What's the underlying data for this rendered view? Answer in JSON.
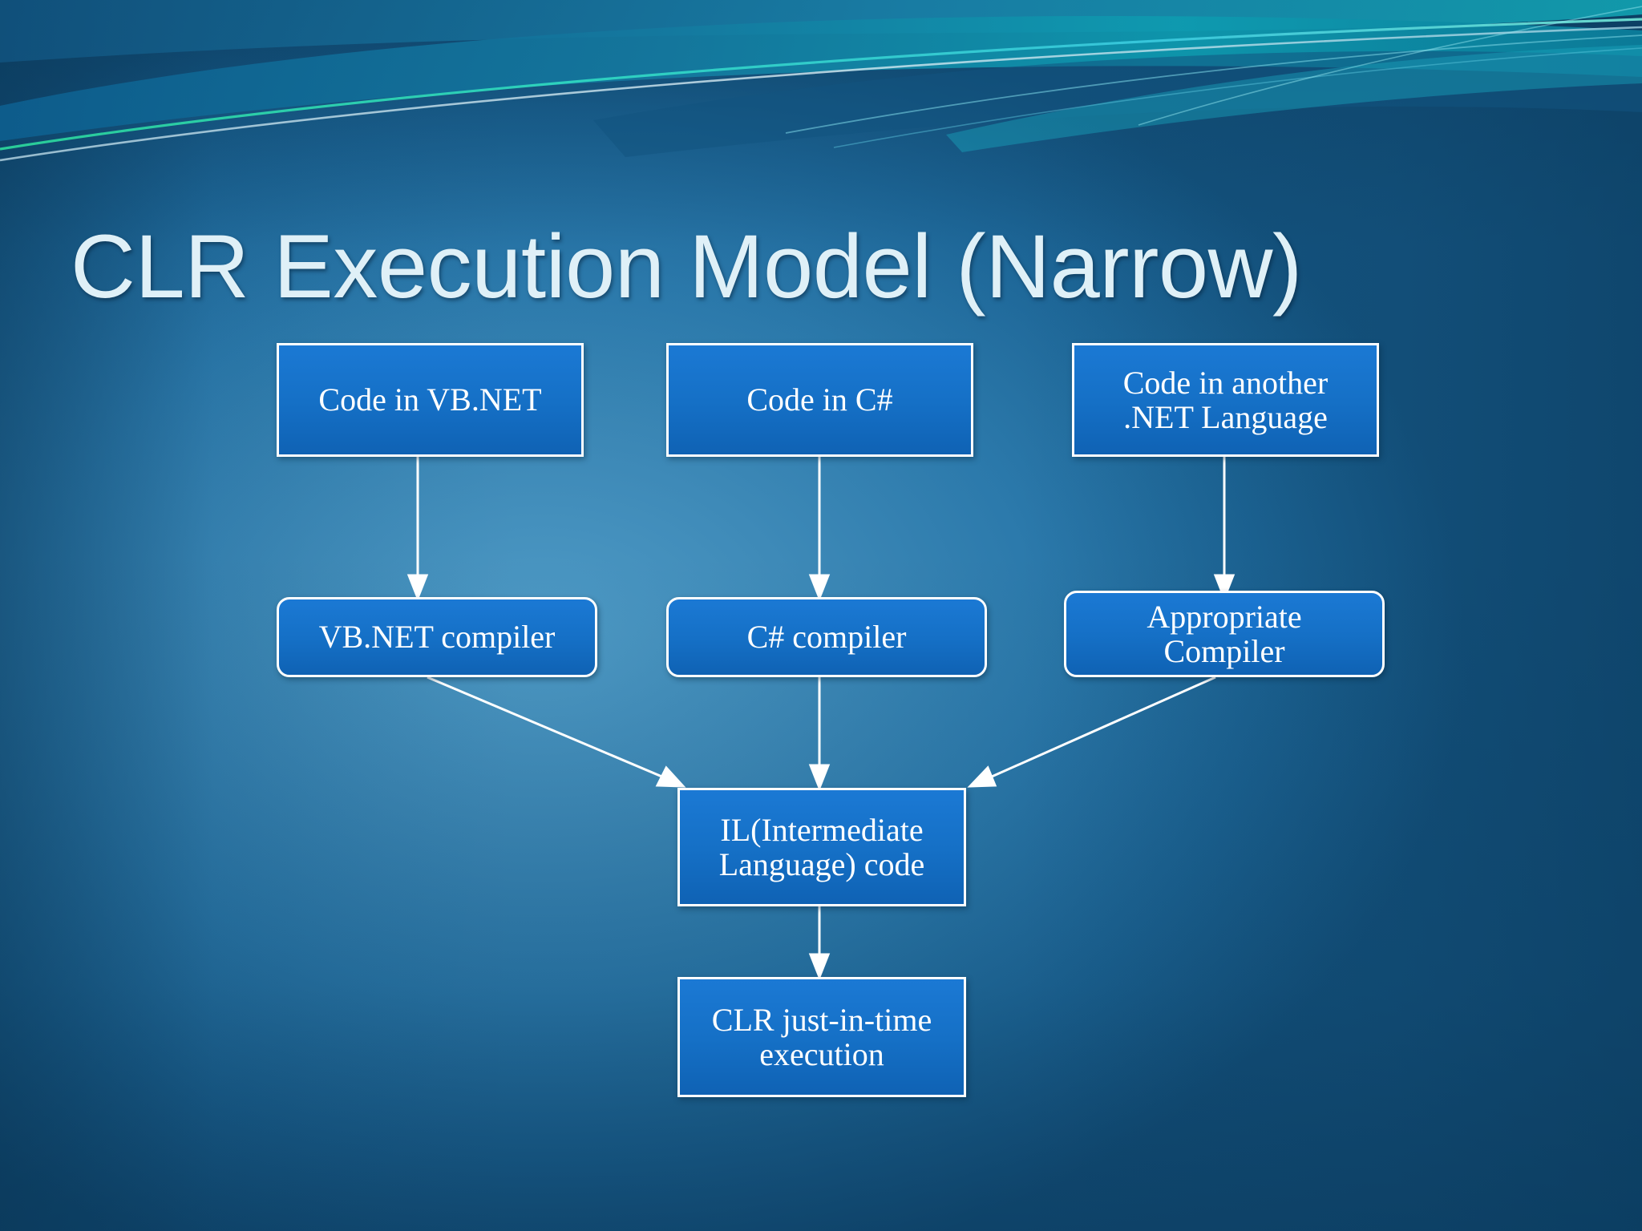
{
  "slide": {
    "title": "CLR Execution Model (Narrow)",
    "theme_accent": "#36d6c3",
    "background_color": "#2b79ab",
    "node_fill": "#1570c6",
    "node_border": "#ffffff",
    "title_color": "#dff0f7",
    "connector_color": "#ffffff"
  },
  "diagram": {
    "type": "flowchart",
    "sources": [
      {
        "id": "vb-source",
        "label": "Code in VB.NET"
      },
      {
        "id": "cs-source",
        "label": "Code in C#"
      },
      {
        "id": "other-source",
        "label": "Code in another\n.NET Language",
        "line1": "Code in another",
        "line2": ".NET Language"
      }
    ],
    "compilers": [
      {
        "id": "vb-compiler",
        "label": "VB.NET compiler"
      },
      {
        "id": "cs-compiler",
        "label": "C# compiler"
      },
      {
        "id": "other-compiler",
        "label": "Appropriate\nCompiler",
        "line1": "Appropriate",
        "line2": "Compiler"
      }
    ],
    "il": {
      "id": "il-code",
      "label": "IL(Intermediate Language) code",
      "line1": "IL(Intermediate",
      "line2": "Language) code"
    },
    "runtime": {
      "id": "clr-jit",
      "label": "CLR just-in-time execution",
      "line1": "CLR just-in-time",
      "line2": "execution"
    },
    "edges": [
      {
        "from": "vb-source",
        "to": "vb-compiler"
      },
      {
        "from": "cs-source",
        "to": "cs-compiler"
      },
      {
        "from": "other-source",
        "to": "other-compiler"
      },
      {
        "from": "vb-compiler",
        "to": "il-code"
      },
      {
        "from": "cs-compiler",
        "to": "il-code"
      },
      {
        "from": "other-compiler",
        "to": "il-code"
      },
      {
        "from": "il-code",
        "to": "clr-jit"
      }
    ]
  }
}
